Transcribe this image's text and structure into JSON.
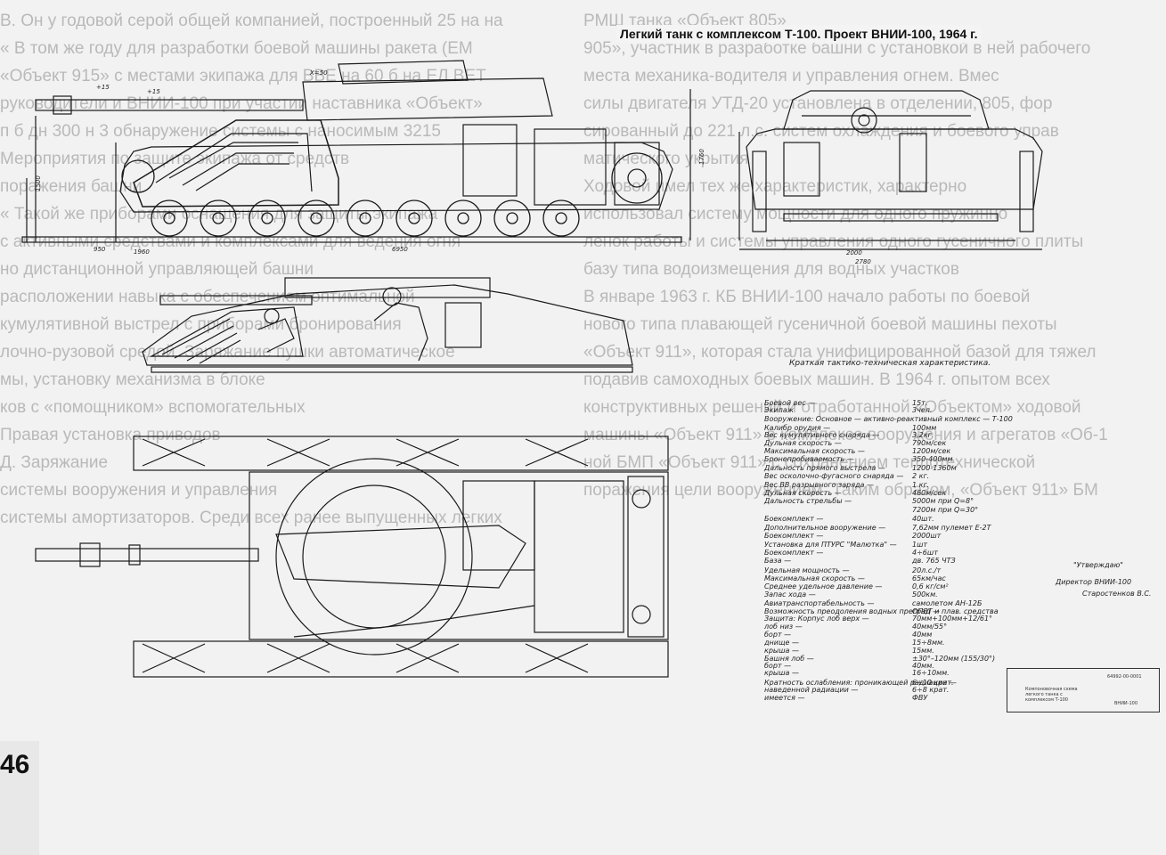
{
  "page": {
    "caption": "Легкий танк с комплексом Т-100. Проект ВНИИ-100, 1964 г.",
    "page_number": "46"
  },
  "background_text": {
    "left_lines": [
      "В. Он у годовой серой общей компанией, построенный 25 на на",
      "« В том же году для разработки боевой машины ракета (ЕМ",
      "«Объект 915» с местами экипажа для ВВЕ на 60 б на ЕЛ ВЕТ",
      "руководители и ВНИИ-100 при участии наставника «Объект»",
      "п б дн 300 н 3 обнаружение системы с наносимым 3215",
      "Мероприятия по защите экипажа от средств",
      "поражения башни",
      "« Такой же приборами оснащения для защиты экипажа",
      "с активными средствами и комплексами для ведения огня",
      "но дистанционной управляющей башни",
      "расположении навыка с обеспечением оптимальной",
      "кумулятивной выстрел с приборами бронирования",
      "лочно-рузовой средой. Заряжание пушки автоматическое",
      "мы, установку механизма в блоке",
      "ков с «помощником» вспомогательных",
      "Правая установка приводов",
      "Д. Заряжание",
      "системы вооружения и управления",
      "системы амортизаторов. Среди всех ранее выпущенных легких"
    ],
    "right_lines": [
      "РМШ танка «Объект 805»",
      "905», участник в разработке башни с установкой в ней рабочего",
      "места механика-водителя и управления огнем. Вмес",
      "силы двигателя УТД-20 установлена в отделении, 805, фор",
      "сированный до 221 л.с. систем охлаждения и боевого управ",
      "матического укрытия",
      "Ходовой имел тех же характеристик, характерно",
      "использовал систему мощности для одного пружинно",
      "ленок работы и системы управления одного гусеничного плиты",
      "базу типа водоизмещения для водных участков",
      "В январе 1963 г. КБ ВНИИ-100 начало работы по боевой",
      "нового типа плавающей гусеничной боевой машины пехоты",
      "«Объект 911», которая стала унифицированной базой для тяжел",
      "подавив самоходных боевых машин. В 1964 г. опытом всех",
      "конструктивных решений и отработанной «Объектом» ходовой",
      "машины «Объект 911» в комплексе вооружения и агрегатов «Об-1",
      "ной БМП «Объект 911» с сохранением теплотехнической",
      "поражения цели вооружением. Таким образом, «Объект 911» БМ"
    ]
  },
  "drawing": {
    "dimensions": [
      "950",
      "1500",
      "1960",
      "2000",
      "6950",
      "1760",
      "2780",
      "Х=50",
      "+15",
      "+15"
    ]
  },
  "spec_table": {
    "title": "Краткая тактико-техническая характеристика.",
    "rows": [
      {
        "label": "Боевой вес —",
        "value": "15т."
      },
      {
        "label": "Экипаж",
        "value": "3чел."
      },
      {
        "label": "Вооружение:   Основное — активно-реактивный комплекс — Т-100",
        "value": ""
      },
      {
        "label": "Калибр орудия —",
        "value": "100мм"
      },
      {
        "label": "Вес кумулятивного снаряда —",
        "value": "3,2кг."
      },
      {
        "label": "Дульная скорость —",
        "value": "790м/сек"
      },
      {
        "label": "Максимальная скорость —",
        "value": "1200м/сек"
      },
      {
        "label": "Бронепробиваемость —",
        "value": "350-400мм"
      },
      {
        "label": "Дальность прямого выстрела —",
        "value": "1200-1360м"
      },
      {
        "label": "Вес осколочно-фугасного снаряда —",
        "value": "2 кг."
      },
      {
        "label": "Вес ВВ разрывного заряда —",
        "value": "1 кг."
      },
      {
        "label": "Дульная скорость —",
        "value": "460м/сек"
      },
      {
        "label": "Дальность стрельбы —",
        "value": "5000м при Q=8°"
      },
      {
        "label": "",
        "value": "7200м при Q=30°"
      },
      {
        "label": "Боекомплект —",
        "value": "40шт."
      },
      {
        "label": "Дополнительное вооружение —",
        "value": "7,62мм пулемет Е-2Т"
      },
      {
        "label": "Боекомплект —",
        "value": "2000шт"
      },
      {
        "label": "Установка для ПТУРС \"Малютка\" —",
        "value": "1шт"
      },
      {
        "label": "Боекомплект —",
        "value": "4÷6шт"
      },
      {
        "label": "База —",
        "value": "дв. 765 ЧТЗ"
      },
      {
        "label": "Удельная мощность —",
        "value": "20л.с./т"
      },
      {
        "label": "Максимальная скорость —",
        "value": "65км/час"
      },
      {
        "label": "Среднее удельное давление —",
        "value": "0,6 кг/см²"
      },
      {
        "label": "Запас хода —",
        "value": "500км."
      },
      {
        "label": "Авиатранспортабельность —",
        "value": "самолетом АН-12Б"
      },
      {
        "label": "Возможность преодоления водных преград —",
        "value": "ОПВТ и плав. средства"
      },
      {
        "label": "Защита: Корпус   лоб верх —",
        "value": "70мм+100мм+12/61°"
      },
      {
        "label": "лоб низ —",
        "value": "40мм/55°"
      },
      {
        "label": "борт —",
        "value": "40мм"
      },
      {
        "label": "днище —",
        "value": "15÷8мм."
      },
      {
        "label": "крыша —",
        "value": "15мм."
      },
      {
        "label": "Башня   лоб —",
        "value": "±30°–120мм (155/30°)"
      },
      {
        "label": "борт —",
        "value": "40мм."
      },
      {
        "label": "крыша —",
        "value": "16÷10мм."
      },
      {
        "label": "Кратность ослабления:  проникающей радиации —",
        "value": "6÷10 крат."
      },
      {
        "label": "наведенной радиации —",
        "value": "6÷8 крат."
      },
      {
        "label": "имеется —",
        "value": "ФВУ"
      }
    ]
  },
  "approval": {
    "line1": "\"Утверждаю\"",
    "line2": "Директор ВНИИ-100",
    "line3": "Старостенков В.С."
  },
  "title_block": {
    "code": "64992-00-0001",
    "name": "Компоновочная схема легкого танка с комплексом Т-100",
    "org": "ВНИИ-100"
  },
  "colors": {
    "background": "#f2f2f2",
    "ink": "#111111",
    "faded_text": "#b9b9b9"
  }
}
